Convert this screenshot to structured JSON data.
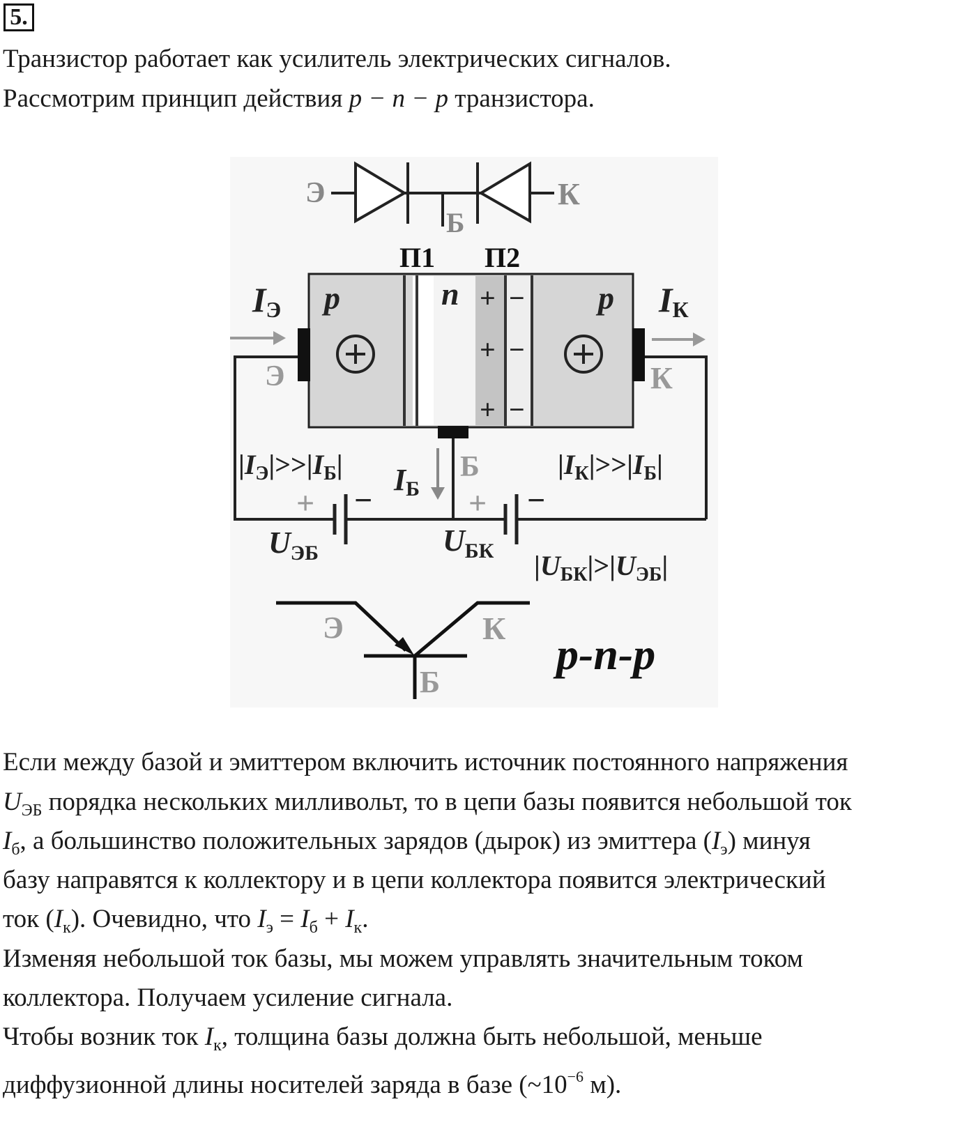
{
  "badge": "5.",
  "intro": {
    "line1": "Транзистор работает как усилитель электрических сигналов.",
    "line2_pre": "Рассмотрим принцип действия ",
    "line2_math": "p − n − p",
    "line2_post": " транзистора."
  },
  "figure": {
    "E": "Э",
    "K": "К",
    "B": "Б",
    "P1": "П1",
    "P2": "П2",
    "p": "p",
    "n": "n",
    "I": "I",
    "U": "U",
    "EB": "ЭБ",
    "BK": "БК",
    "plus": "+",
    "minus": "−",
    "gt": ">",
    "gtgt": ">>",
    "bar": "|",
    "pnp": "p-n-p"
  },
  "body": {
    "l1": "Если между базой и эмиттером включить источник постоянного напряжения",
    "l2_U": "U",
    "l2_sub": "ЭБ",
    "l2_text": " порядка нескольких милливольт, то в цепи базы появится небольшой ток",
    "l3_I": "I",
    "l3_sub": "б",
    "l3_text": ", а большинство положительных зарядов (дырок) из эмиттера (",
    "l3_I2": "I",
    "l3_sub2": "э",
    "l3_text2": ") минуя",
    "l4": "базу направятся к коллектору и в цепи коллектора появится электрический",
    "l5_pre": "ток (",
    "l5_I": "I",
    "l5_sub": "к",
    "l5_mid": "). Очевидно, что ",
    "l5_eq_I1": "I",
    "l5_eq_s1": "э",
    "l5_eq_op1": " = ",
    "l5_eq_I2": "I",
    "l5_eq_s2": "б",
    "l5_eq_op2": " + ",
    "l5_eq_I3": "I",
    "l5_eq_s3": "к",
    "l5_end": ".",
    "l6": "Изменяя небольшой ток базы, мы можем управлять значительным током",
    "l7": "коллектора. Получаем усиление сигнала.",
    "l8_pre": "Чтобы возник ток ",
    "l8_I": "I",
    "l8_sub": "к",
    "l8_post": ", толщина базы должна быть небольшой, меньше",
    "l9_pre": "диффузионной длины носителей заряда в базе (~10",
    "l9_sup": "−6",
    "l9_post": " м)."
  }
}
